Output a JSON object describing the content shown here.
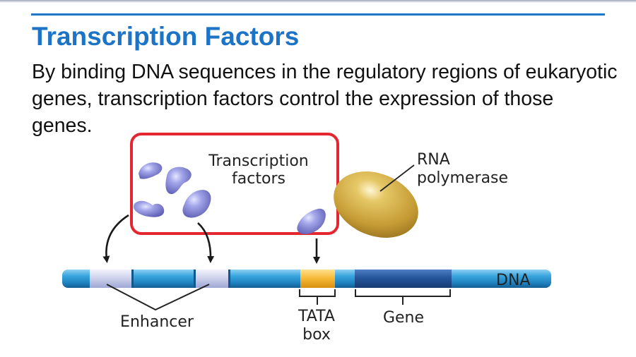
{
  "slide": {
    "title": "Transcription Factors",
    "body": "By binding DNA sequences in the regulatory regions of eukaryotic genes, transcription factors control the expression of those genes."
  },
  "diagram": {
    "labels": {
      "transcription_factors_line1": "Transcription",
      "transcription_factors_line2": "factors",
      "rna_polymerase_line1": "RNA",
      "rna_polymerase_line2": "polymerase",
      "dna": "DNA",
      "enhancer": "Enhancer",
      "tata_line1": "TATA",
      "tata_line2": "box",
      "gene": "Gene"
    },
    "colors": {
      "dna": "#2c93d2",
      "enhancer_region": "#c9cde8",
      "tata_box": "#f5b630",
      "gene_region": "#1d4f94",
      "factor_blob": "#8f8fd9",
      "polymerase": "#c9a13a",
      "highlight_box": "#e42630",
      "title": "#1d74c6"
    }
  }
}
